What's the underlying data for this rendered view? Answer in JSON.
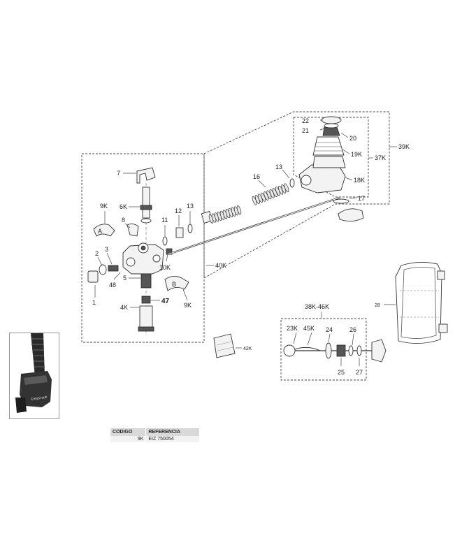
{
  "labels": {
    "l7": "7",
    "l6k": "6K",
    "l9k_a": "9K",
    "l8": "8",
    "l2": "2",
    "l3": "3",
    "l48": "48",
    "l1": "1",
    "l5": "5",
    "l4k": "4K",
    "l47": "47",
    "l9k_b": "9K",
    "l11": "11",
    "l12": "12",
    "l13a": "13",
    "l10k": "10K",
    "l40k": "40K",
    "l16": "16",
    "l13b": "13",
    "l22": "22",
    "l21": "21",
    "l20": "20",
    "l19k": "19K",
    "l18k": "18K",
    "l17": "17",
    "l37k": "37K",
    "l39k": "39K",
    "l28": "28",
    "l42k": "42K",
    "l38k46k": "38K-46K",
    "l23k": "23K",
    "l45k": "45K",
    "l24": "24",
    "l26": "26",
    "l25": "25",
    "l27": "27",
    "la": "A",
    "lb": "B"
  },
  "photo": {
    "brand_text": "Cressi-sub"
  },
  "table": {
    "headers": [
      "CODIGO",
      "REFERENCIA"
    ],
    "rows": [
      [
        "9K",
        "EIZ 750054"
      ]
    ]
  }
}
